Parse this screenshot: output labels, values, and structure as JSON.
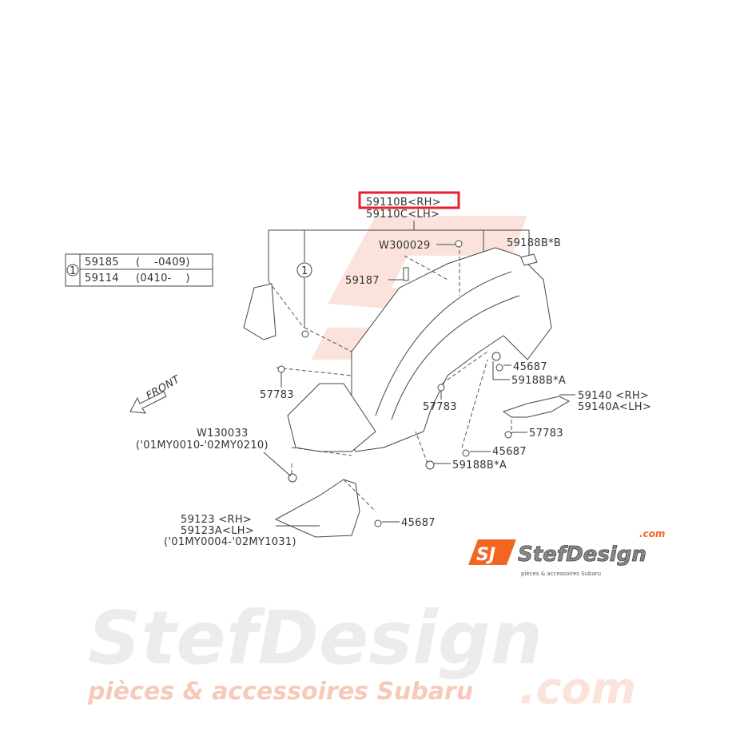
{
  "watermark": {
    "brand": "StefDesign",
    "tagline": "pièces & accessoires Subaru",
    "domain": ".com",
    "logo_letter": "SJ"
  },
  "highlight_color": "#e8202a",
  "labels": {
    "main_rh": "59110B<RH>",
    "main_lh": "59110C<LH>",
    "w300029": "W300029",
    "p59188bb": "59188B*B",
    "p59187": "59187",
    "ref1": "1",
    "p45687_a": "45687",
    "p59188ba_a": "59188B*A",
    "p57783_a": "57783",
    "p57783_b": "57783",
    "front": "FRONT",
    "p59140_rh": "59140 <RH>",
    "p59140a_lh": "59140A<LH>",
    "p57783_c": "57783",
    "w130033": "W130033",
    "w130033_range": "('01MY0010-'02MY0210)",
    "p45687_b": "45687",
    "p59188ba_b": "59188B*A",
    "p59123_rh": "59123 <RH>",
    "p59123a_lh": "59123A<LH>",
    "p59123_range": "('01MY0004-'02MY1031)",
    "p45687_c": "45687"
  },
  "ref_table": {
    "ref": "1",
    "rows": [
      {
        "part": "59185",
        "range": "(    -0409)"
      },
      {
        "part": "59114",
        "range": "(0410-    )"
      }
    ]
  }
}
